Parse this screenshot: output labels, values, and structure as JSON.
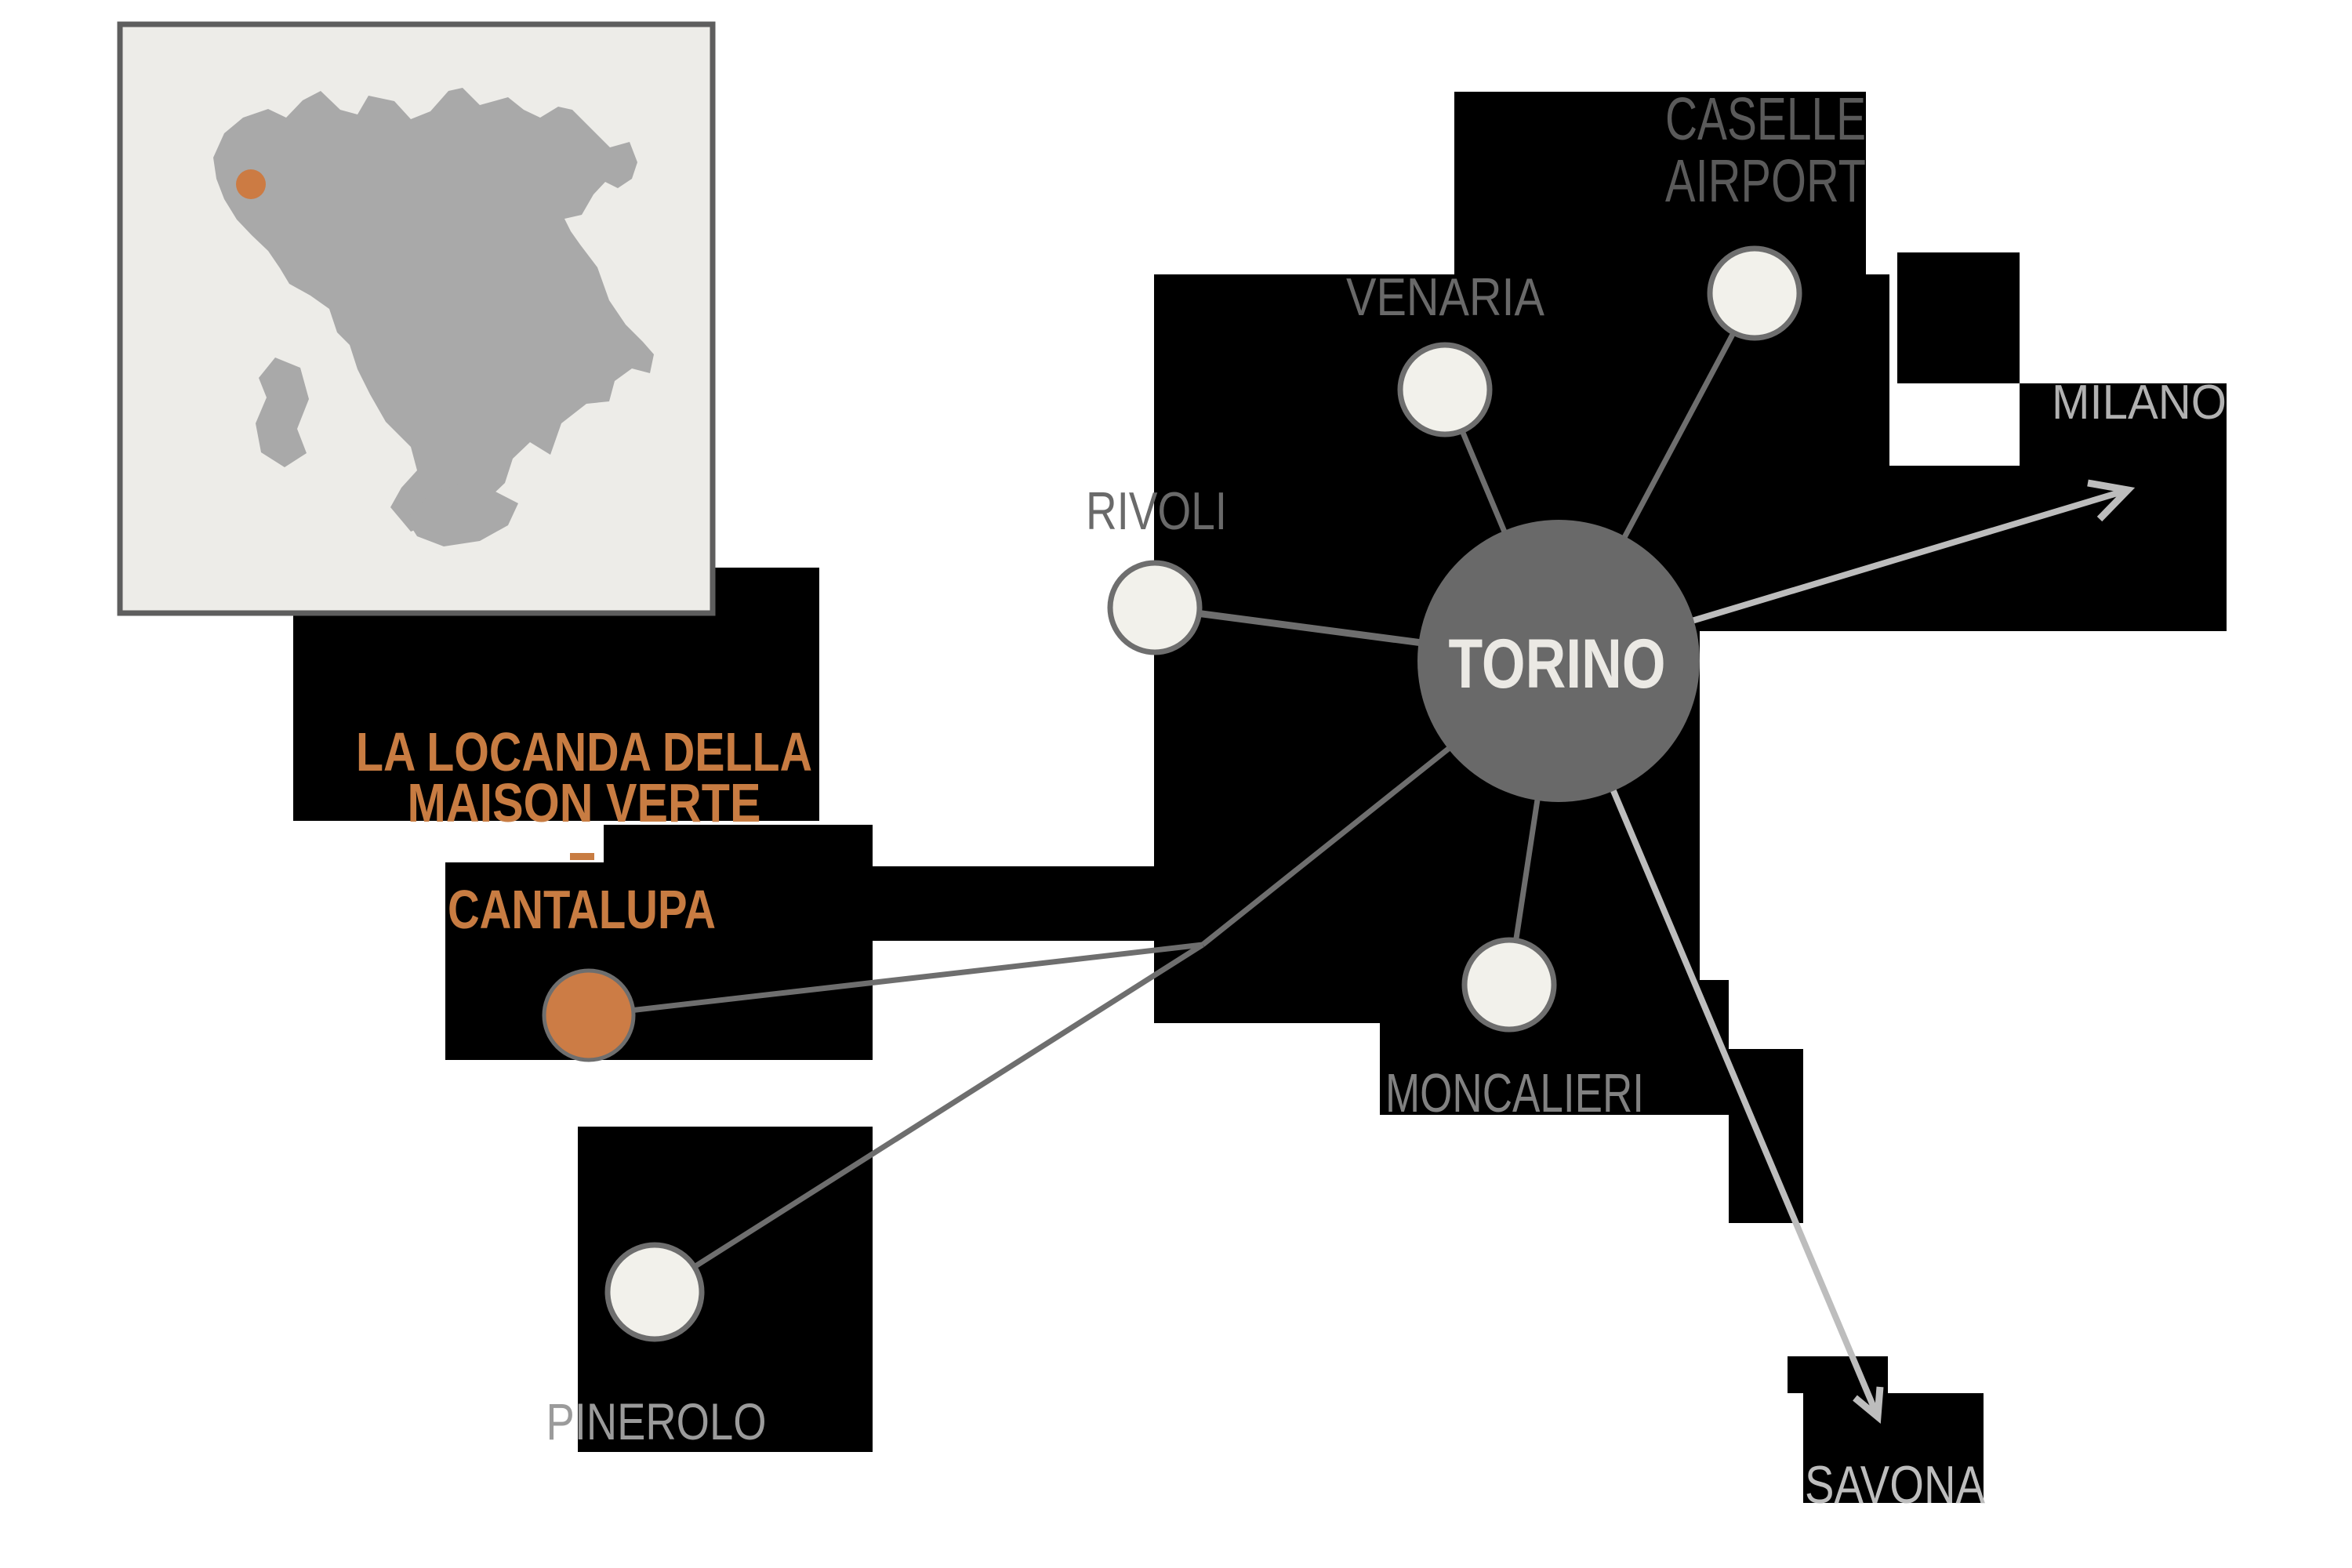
{
  "diagram_title": "Location map of La Locanda della Maison Verte, Cantalupa, near Torino",
  "hub": {
    "label": "TORINO"
  },
  "nodes": [
    {
      "id": "caselle",
      "label_line1": "CASELLE",
      "label_line2": "AIRPORT"
    },
    {
      "id": "venaria",
      "label": "VENARIA"
    },
    {
      "id": "rivoli",
      "label": "RIVOLI"
    },
    {
      "id": "moncalieri",
      "label": "MONCALIERI"
    },
    {
      "id": "pinerolo",
      "label": "PINEROLO"
    }
  ],
  "destinations": [
    {
      "id": "milano",
      "label": "MILANO"
    },
    {
      "id": "savona",
      "label": "SAVONA"
    }
  ],
  "property": {
    "name_line1": "LA LOCANDA DELLA",
    "name_line2": "MAISON VERTE",
    "town": "CANTALUPA"
  },
  "labels": {
    "torino": "TORINO",
    "caselle1": "CASELLE",
    "caselle2": "AIRPORT",
    "venaria": "VENARIA",
    "rivoli": "RIVOLI",
    "moncalieri": "MONCALIERI",
    "pinerolo": "PINEROLO",
    "milano": "MILANO",
    "savona": "SAVONA",
    "property1": "LA LOCANDA DELLA",
    "property2": "MAISON VERTE",
    "town": "CANTALUPA"
  },
  "colors": {
    "page_bg": "#ffffff",
    "overlay_black": "#000000",
    "accent_orange": "#c87c42",
    "orange_dot": "#cc7c45",
    "hub_fill": "#696969",
    "hub_text": "#ebe9e4",
    "node_fill": "#f2f1eb",
    "node_stroke": "#6e6e6e",
    "line_dark": "#6e6e6e",
    "line_light": "#bdbdbd",
    "label_caselle": "#5a5a5a",
    "label_venaria": "#696969",
    "label_rivoli": "#6a6a6a",
    "label_moncalieri": "#818181",
    "label_pinerolo": "#9b9b9b",
    "label_milano": "#b1b1b1",
    "label_savona": "#bdbdbd",
    "inset_bg": "#edece8",
    "inset_border": "#5e5e5e",
    "inset_land": "#a9a9a9",
    "inset_marker": "#cc7b43"
  }
}
